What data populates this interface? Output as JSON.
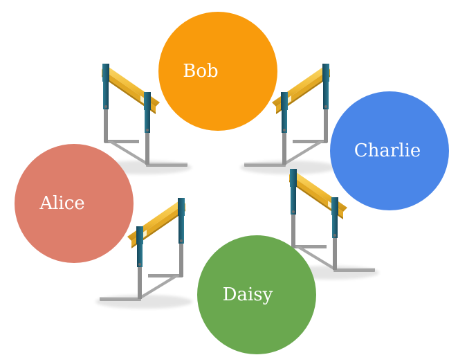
{
  "people": [
    {
      "id": "bob",
      "name": "Bob",
      "color": "#F99B0C"
    },
    {
      "id": "charlie",
      "name": "Charlie",
      "color": "#4A86E8"
    },
    {
      "id": "daisy",
      "name": "Daisy",
      "color": "#6AA84F"
    },
    {
      "id": "alice",
      "name": "Alice",
      "color": "#DD7E6B"
    }
  ],
  "hurdle_colors": {
    "bar": "#F5C542",
    "bar_shade": "#D9A21E",
    "post": "#1F5F73",
    "metal": "#9E9E9E"
  }
}
